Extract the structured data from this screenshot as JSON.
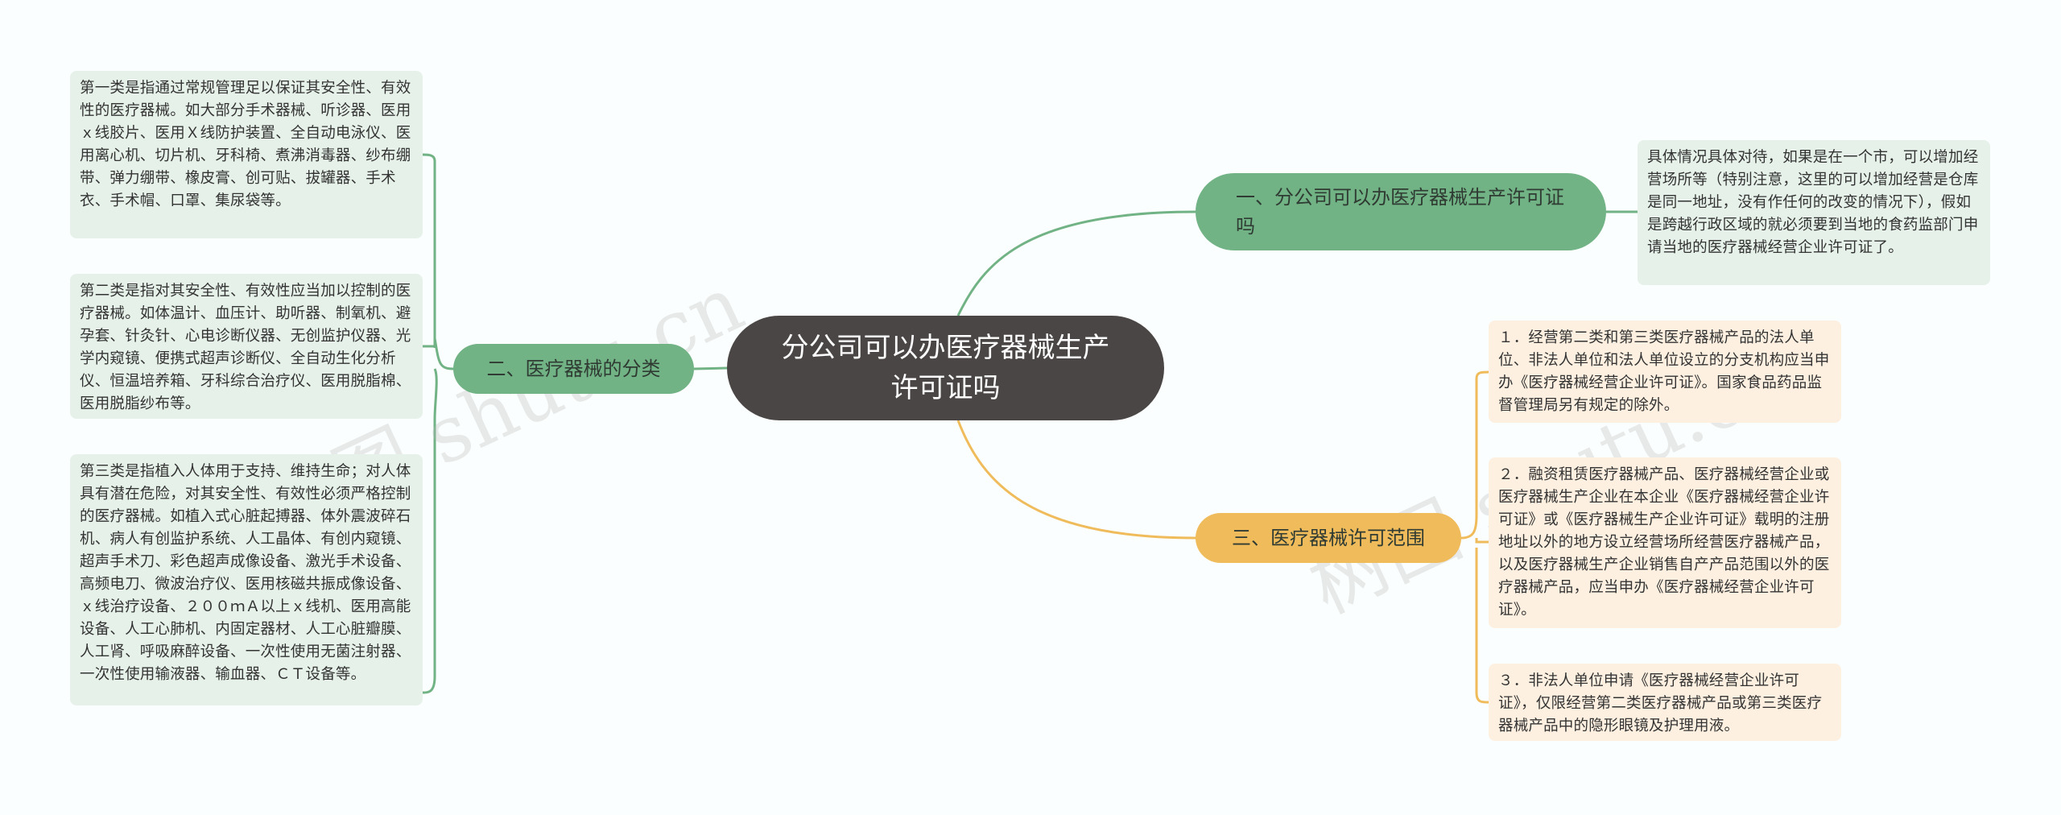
{
  "root": {
    "title": "分公司可以办医疗器械生产许可证吗"
  },
  "branches": {
    "one": {
      "label": "一、分公司可以办医疗器械生产许可证吗",
      "leaves": [
        "具体情况具体对待，如果是在一个市，可以增加经营场所等（特别注意，这里的可以增加经营是仓库是同一地址，没有作任何的改变的情况下），假如是跨越行政区域的就必须要到当地的食药监部门申请当地的医疗器械经营企业许可证了。"
      ]
    },
    "two": {
      "label": "二、医疗器械的分类",
      "leaves": [
        "第一类是指通过常规管理足以保证其安全性、有效性的医疗器械。如大部分手术器械、听诊器、医用ｘ线胶片、医用Ｘ线防护装置、全自动电泳仪、医用离心机、切片机、牙科椅、煮沸消毒器、纱布绷带、弹力绷带、橡皮膏、创可贴、拔罐器、手术衣、手术帽、口罩、集尿袋等。",
        "第二类是指对其安全性、有效性应当加以控制的医疗器械。如体温计、血压计、助听器、制氧机、避孕套、针灸针、心电诊断仪器、无创监护仪器、光学内窥镜、便携式超声诊断仪、全自动生化分析仪、恒温培养箱、牙科综合治疗仪、医用脱脂棉、医用脱脂纱布等。",
        "第三类是指植入人体用于支持、维持生命；对人体具有潜在危险，对其安全性、有效性必须严格控制的医疗器械。如植入式心脏起搏器、体外震波碎石机、病人有创监护系统、人工晶体、有创内窥镜、超声手术刀、彩色超声成像设备、激光手术设备、高频电刀、微波治疗仪、医用核磁共振成像设备、ｘ线治疗设备、２００ｍＡ以上ｘ线机、医用高能设备、人工心肺机、内固定器材、人工心脏瓣膜、人工肾、呼吸麻醉设备、一次性使用无菌注射器、一次性使用输液器、输血器、ＣＴ设备等。"
      ]
    },
    "three": {
      "label": "三、医疗器械许可范围",
      "leaves": [
        "１．经营第二类和第三类医疗器械产品的法人单位、非法人单位和法人单位设立的分支机构应当申办《医疗器械经营企业许可证》。国家食品药品监督管理局另有规定的除外。",
        "２．融资租赁医疗器械产品、医疗器械经营企业或医疗器械生产企业在本企业《医疗器械经营企业许可证》或《医疗器械生产企业许可证》载明的注册地址以外的地方设立经营场所经营医疗器械产品，以及医疗器械生产企业销售自产产品范围以外的医疗器械产品，应当申办《医疗器械经营企业许可证》。",
        "３．非法人单位申请《医疗器械经营企业许可证》，仅限经营第二类医疗器械产品或第三类医疗器械产品中的隐形眼镜及护理用液。"
      ]
    }
  },
  "watermark": "树图 shutu.cn",
  "colors": {
    "root_bg": "#4a4645",
    "green_branch": "#71b385",
    "orange_branch": "#efbb5b",
    "green_leaf": "#e6f1e9",
    "orange_leaf": "#fdf0e0",
    "green_line": "#71b385",
    "orange_line": "#efbb5b"
  }
}
